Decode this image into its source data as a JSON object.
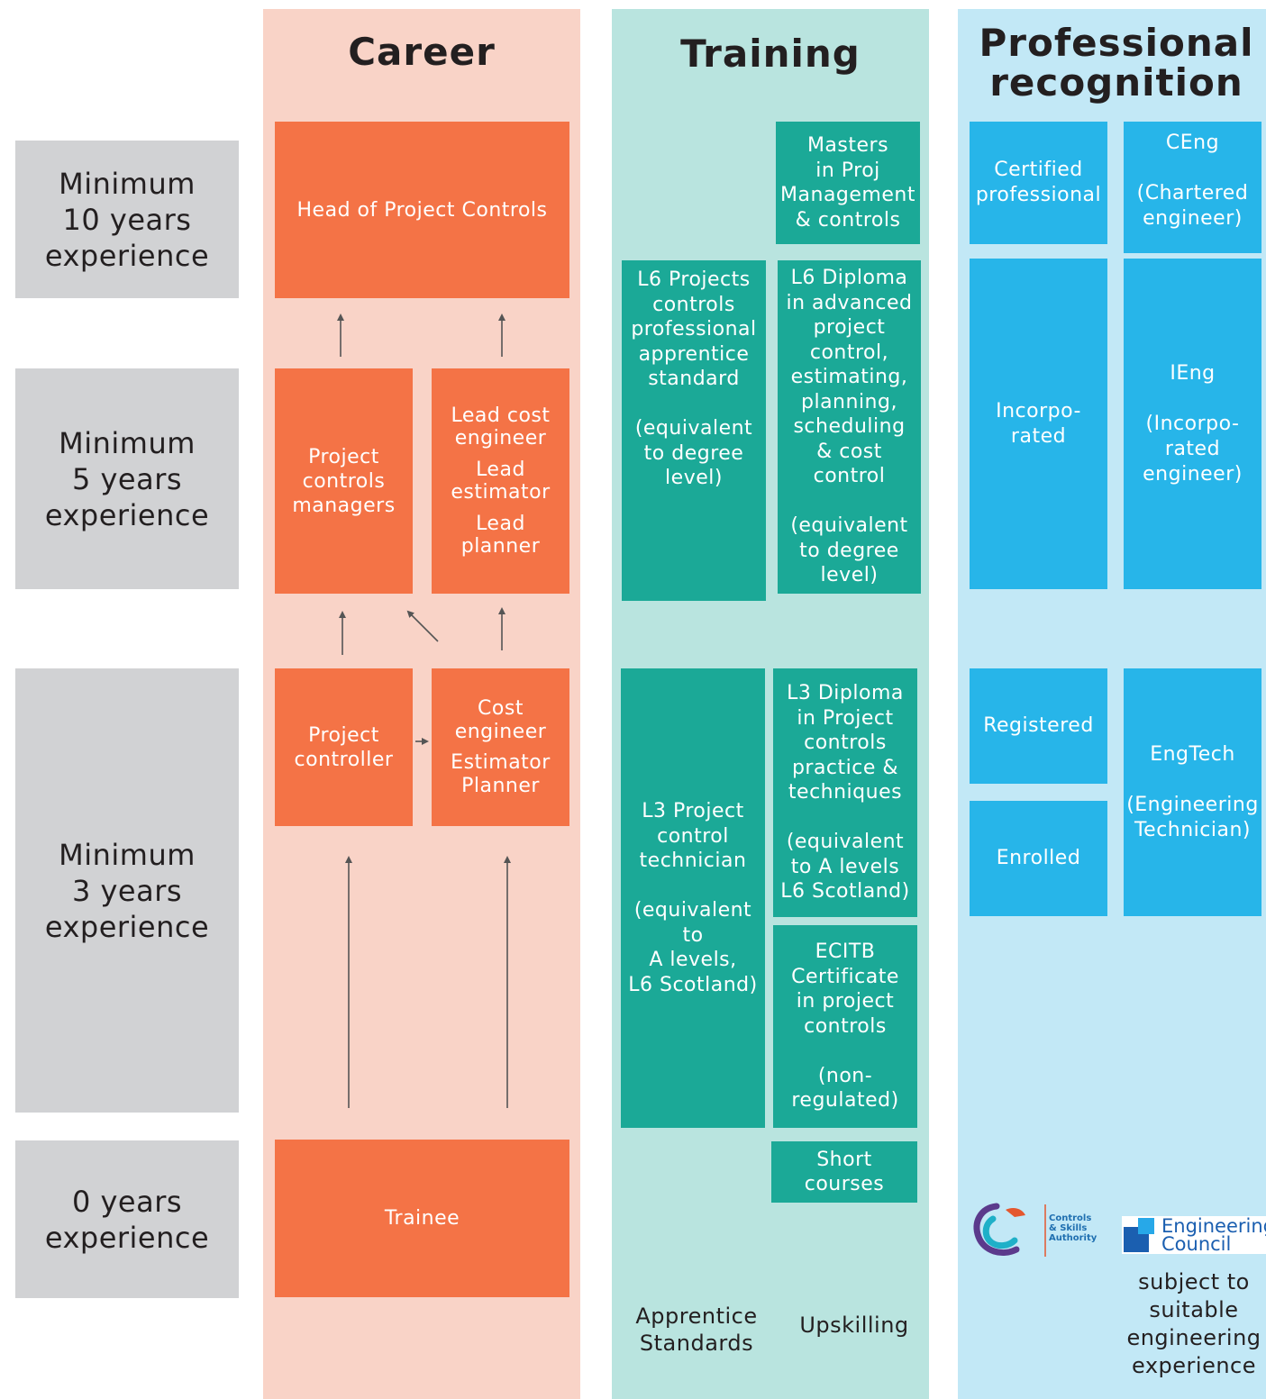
{
  "columns": {
    "career": {
      "heading": "Career"
    },
    "training": {
      "heading": "Training"
    },
    "professional": {
      "heading": "Professional\nrecognition"
    }
  },
  "experience_levels": [
    "Minimum\n10 years\nexperience",
    "Minimum\n5 years\nexperience",
    "Minimum\n3 years\nexperience",
    "0 years\nexperience"
  ],
  "career": {
    "head": "Head of Project Controls",
    "pc_managers": "Project\ncontrols\nmanagers",
    "lead_cost": "Lead cost\nengineer",
    "lead_estimator": "Lead\nestimator",
    "lead_planner": "Lead\nplanner",
    "pc_controller": "Project\ncontroller",
    "cost_engineer": "Cost\nengineer",
    "estimator_planner": "Estimator\nPlanner",
    "trainee": "Trainee"
  },
  "training": {
    "masters": "Masters\nin Proj\nManagement\n& controls",
    "l6_apprentice": "L6 Projects\ncontrols\nprofessional\napprentice\nstandard\n\n(equivalent\nto degree\nlevel)",
    "l6_diploma": "L6 Diploma\nin advanced\nproject\ncontrol,\nestimating,\nplanning,\nscheduling\n& cost\ncontrol\n\n(equivalent\nto degree\nlevel)",
    "l3_technician": "L3 Project\ncontrol\ntechnician\n\n(equivalent\nto\nA levels,\nL6 Scotland)",
    "l3_diploma": "L3 Diploma\nin Project\ncontrols\npractice &\ntechniques\n\n(equivalent\nto A levels\nL6 Scotland)",
    "ecitb": "ECITB\nCertificate\nin project\ncontrols\n\n(non-\nregulated)",
    "short_courses": "Short\ncourses",
    "footer_apprentice": "Apprentice\nStandards",
    "footer_upskilling": "Upskilling"
  },
  "professional": {
    "certified": "Certified\nprofessional",
    "ceng": "CEng\n\n(Chartered\nengineer)",
    "incorporated": "Incorpo-\nrated",
    "ieng": "IEng\n\n(Incorpo-\nrated\nengineer)",
    "registered": "Registered",
    "enrolled": "Enrolled",
    "engtech": "EngTech\n\n(Engineering\nTechnician)",
    "csa_logo_text": "Controls\n& Skills\nAuthority",
    "ec_logo_line1": "Engineering",
    "ec_logo_line2": "Council",
    "footer_note": "subject to\nsuitable\nengineering\nexperience"
  },
  "colors": {
    "career_bg": "#f9d3c7",
    "training_bg": "#b9e4df",
    "professional_bg": "#c2e8f6",
    "orange": "#f47346",
    "teal": "#1ba997",
    "blue": "#27b5e9",
    "grey": "#d1d2d4"
  }
}
